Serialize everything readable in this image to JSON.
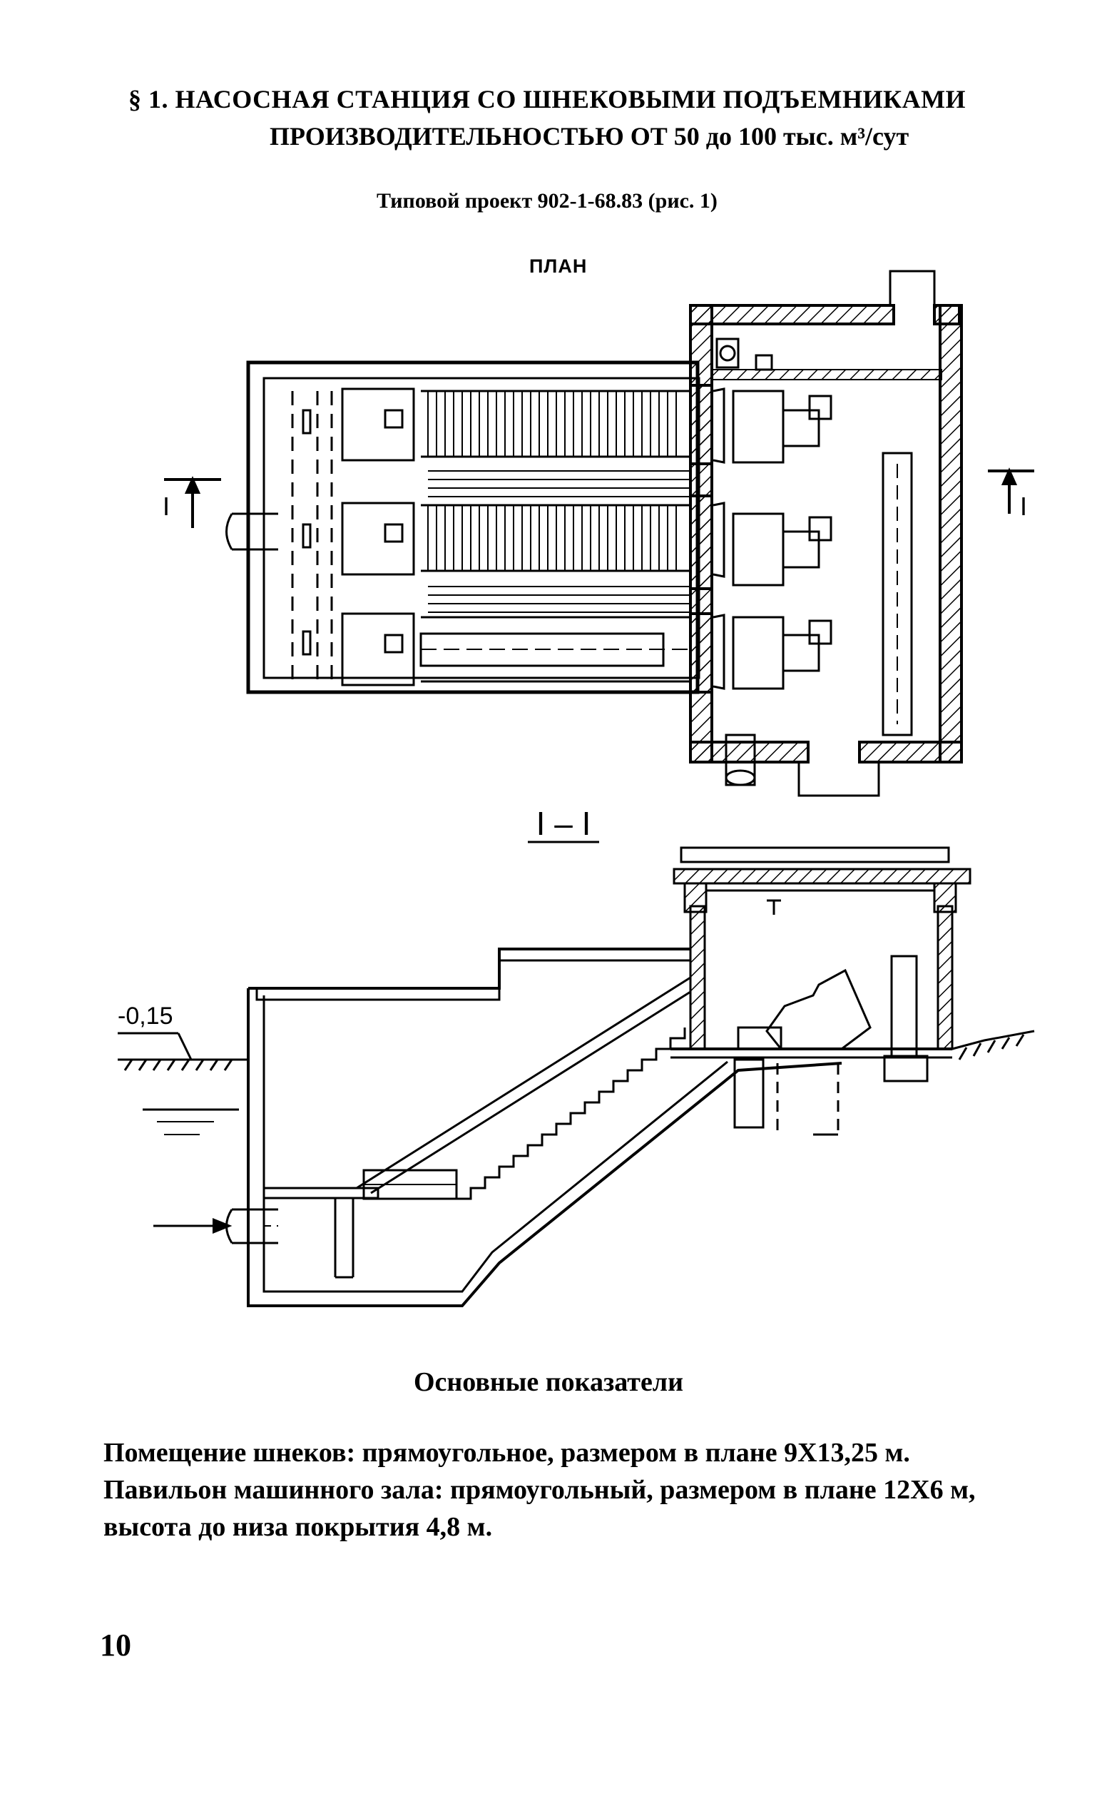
{
  "header": {
    "title_line1": "§ 1. НАСОСНАЯ СТАНЦИЯ СО ШНЕКОВЫМИ ПОДЪЕМНИКАМИ",
    "title_line2": "ПРОИЗВОДИТЕЛЬНОСТЬЮ ОТ 50 до 100 тыс. м³/сут",
    "project_ref": "Типовой проект 902-1-68.83 (рис. 1)"
  },
  "plan": {
    "label": "ПЛАН",
    "section_mark_left": "I",
    "section_mark_right": "I"
  },
  "section": {
    "label": "I – I",
    "elevation_mark": "-0,15"
  },
  "indicators": {
    "heading": "Основные показатели",
    "line1": "Помещение шнеков: прямоугольное, размером в плане 9Х13,25 м.",
    "line2": "Павильон машинного зала: прямоугольный, размером в плане 12Х6 м,",
    "line3": "высота до низа покрытия 4,8 м."
  },
  "page": {
    "number": "10"
  }
}
